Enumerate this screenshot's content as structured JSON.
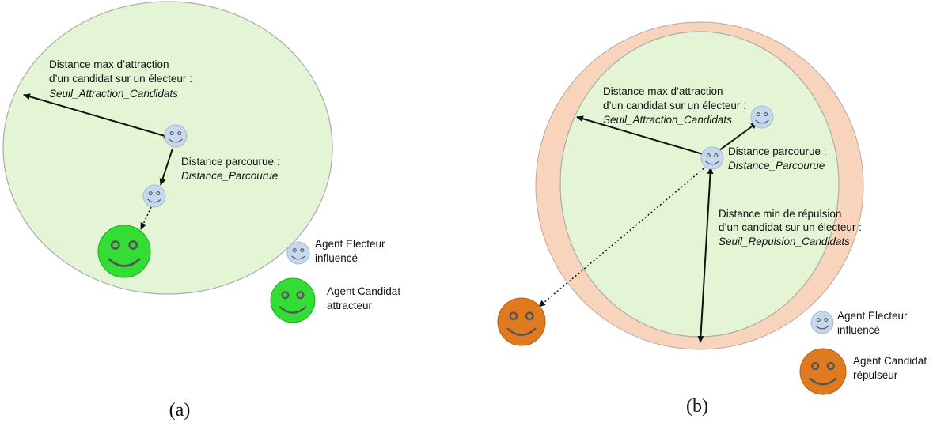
{
  "colors": {
    "attraction_zone": "#e4f5d5",
    "repulsion_ring": "#f8d4bc",
    "voter": "#c6d8ef",
    "attractor": "#33dd33",
    "repulsor": "#e07a1f"
  },
  "icons": {
    "voter": "smiley-face-icon",
    "candidate_attractor": "smiley-face-icon",
    "candidate_repulsor": "smiley-face-icon"
  },
  "panel_a": {
    "caption": "(a)",
    "attraction": {
      "line1": "Distance max d’attraction",
      "line2": "d’un candidat sur un électeur :",
      "variable": "Seuil_Attraction_Candidats"
    },
    "travel": {
      "line1": "Distance parcourue :",
      "variable": "Distance_Parcourue"
    },
    "legend": {
      "voter_line1": "Agent Electeur",
      "voter_line2": "influencé",
      "candidate_line1": "Agent Candidat",
      "candidate_line2": "attracteur"
    }
  },
  "panel_b": {
    "caption": "(b)",
    "attraction": {
      "line1": "Distance max d’attraction",
      "line2": "d’un candidat sur un électeur :",
      "variable": "Seuil_Attraction_Candidats"
    },
    "travel": {
      "line1": "Distance parcourue :",
      "variable": "Distance_Parcourue"
    },
    "repulsion": {
      "line1": "Distance min de répulsion",
      "line2": "d’un candidat sur un électeur :",
      "variable": "Seuil_Repulsion_Candidats"
    },
    "legend": {
      "voter_line1": "Agent Electeur",
      "voter_line2": "influencé",
      "candidate_line1": "Agent Candidat",
      "candidate_line2": "répulseur"
    }
  }
}
